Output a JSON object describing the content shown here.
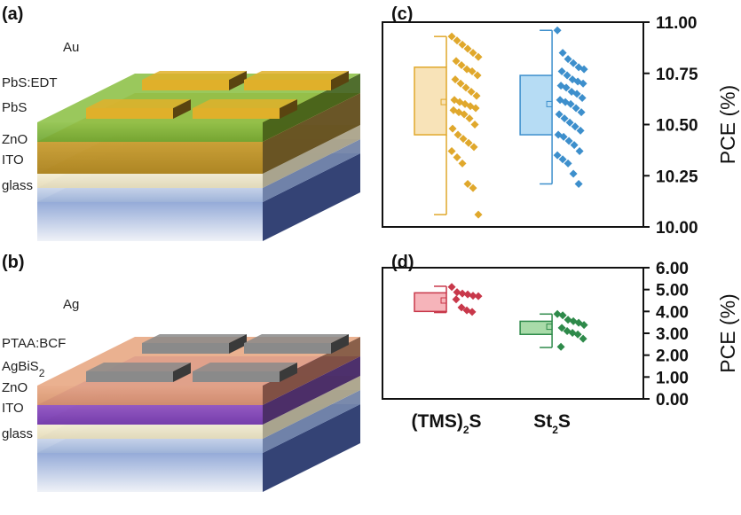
{
  "panels": {
    "a": "(a)",
    "b": "(b)",
    "c": "(c)",
    "d": "(d)"
  },
  "device_a": {
    "layers": [
      {
        "key": "glass",
        "label": "glass",
        "top": "#8fa6d6",
        "bottom": "#2b4fa8",
        "side": "#1e2f66"
      },
      {
        "key": "ito",
        "label": "ITO",
        "top": "#c8d4ea",
        "bottom": "#9fb4d8",
        "side": "#6c7da3"
      },
      {
        "key": "zno",
        "label": "ZnO",
        "top": "#f3ecd2",
        "bottom": "#e4dab6",
        "side": "#a69f84"
      },
      {
        "key": "pbs",
        "label": "PbS",
        "top": "#c79a2a",
        "bottom": "#a87d15",
        "side": "#5a4410"
      },
      {
        "key": "pbsedt",
        "label": "PbS:EDT",
        "top": "#8fc24a",
        "bottom": "#6ea531",
        "side": "#3d5e17"
      }
    ],
    "electrode": {
      "label": "Au",
      "color": "#e0b02a",
      "side": "#5a4410"
    }
  },
  "device_b": {
    "layers": [
      {
        "key": "glass",
        "label": "glass",
        "top": "#8fa6d6",
        "bottom": "#2b4fa8",
        "side": "#1e2f66"
      },
      {
        "key": "ito",
        "label": "ITO",
        "top": "#c8d4ea",
        "bottom": "#9fb4d8",
        "side": "#6c7da3"
      },
      {
        "key": "zno",
        "label": "ZnO",
        "top": "#f3ecd2",
        "bottom": "#e4dab6",
        "side": "#a69f84"
      },
      {
        "key": "agbis",
        "label": "AgBiS",
        "label_sub": "2",
        "top": "#8c4dc0",
        "bottom": "#6b2ea8",
        "side": "#3a1a5c"
      },
      {
        "key": "ptaa",
        "label": "PTAA:BCF",
        "top": "#e8a884",
        "bottom": "#d59068",
        "side": "#7d4f36"
      }
    ],
    "electrode": {
      "label": "Ag",
      "color": "#8a8a8a",
      "side": "#3a3a3a"
    }
  },
  "chart_data": [
    {
      "type": "box",
      "panel": "(c)",
      "ylabel": "PCE (%)",
      "ylim": [
        10.0,
        11.0
      ],
      "yticks": [
        "10.00",
        "10.25",
        "10.50",
        "10.75",
        "11.00"
      ],
      "categories": [
        "(TMS)2S",
        "St2S"
      ],
      "series": [
        {
          "color": "#e0a82c",
          "fill": "#f8e3b8",
          "box": {
            "q1": 10.45,
            "median": 10.45,
            "q3": 10.78,
            "whisker_low": 10.06,
            "whisker_high": 10.93,
            "mean": 10.61
          },
          "points": [
            10.93,
            10.91,
            10.89,
            10.87,
            10.85,
            10.83,
            10.81,
            10.79,
            10.77,
            10.76,
            10.74,
            10.72,
            10.7,
            10.68,
            10.66,
            10.64,
            10.62,
            10.61,
            10.6,
            10.59,
            10.58,
            10.57,
            10.56,
            10.55,
            10.53,
            10.5,
            10.48,
            10.45,
            10.43,
            10.41,
            10.39,
            10.37,
            10.34,
            10.31,
            10.21,
            10.19,
            10.06
          ]
        },
        {
          "color": "#3d8fcc",
          "fill": "#b6dcf4",
          "box": {
            "q1": 10.45,
            "median": 10.45,
            "q3": 10.74,
            "whisker_low": 10.21,
            "whisker_high": 10.96,
            "mean": 10.6
          },
          "points": [
            10.96,
            10.85,
            10.82,
            10.8,
            10.78,
            10.77,
            10.76,
            10.74,
            10.72,
            10.71,
            10.7,
            10.69,
            10.68,
            10.66,
            10.65,
            10.63,
            10.62,
            10.61,
            10.6,
            10.58,
            10.56,
            10.55,
            10.53,
            10.51,
            10.49,
            10.47,
            10.45,
            10.44,
            10.42,
            10.4,
            10.37,
            10.35,
            10.33,
            10.31,
            10.26,
            10.21
          ]
        }
      ]
    },
    {
      "type": "box",
      "panel": "(d)",
      "ylabel": "PCE (%)",
      "ylim": [
        0.0,
        6.0
      ],
      "yticks": [
        "0.00",
        "1.00",
        "2.00",
        "3.00",
        "4.00",
        "5.00",
        "6.00"
      ],
      "categories": [
        "(TMS)2S",
        "St2S"
      ],
      "category_labels": [
        {
          "main": "(TMS)",
          "sub": "2",
          "tail": "S"
        },
        {
          "main": "St",
          "sub": "2",
          "tail": "S"
        }
      ],
      "series": [
        {
          "color": "#c8384a",
          "fill": "#f6b4ba",
          "box": {
            "q1": 4.0,
            "median": 4.0,
            "q3": 4.85,
            "whisker_low": 3.95,
            "whisker_high": 5.15,
            "mean": 4.5
          },
          "points": [
            5.12,
            4.88,
            4.82,
            4.78,
            4.72,
            4.7,
            4.55,
            4.18,
            4.05,
            3.98
          ]
        },
        {
          "color": "#2e8a4a",
          "fill": "#a9dba9",
          "box": {
            "q1": 2.95,
            "median": 2.95,
            "q3": 3.55,
            "whisker_low": 2.35,
            "whisker_high": 3.88,
            "mean": 3.3
          },
          "points": [
            3.88,
            3.82,
            3.62,
            3.55,
            3.48,
            3.38,
            3.25,
            3.1,
            3.02,
            2.95,
            2.75,
            2.38
          ]
        }
      ]
    }
  ]
}
